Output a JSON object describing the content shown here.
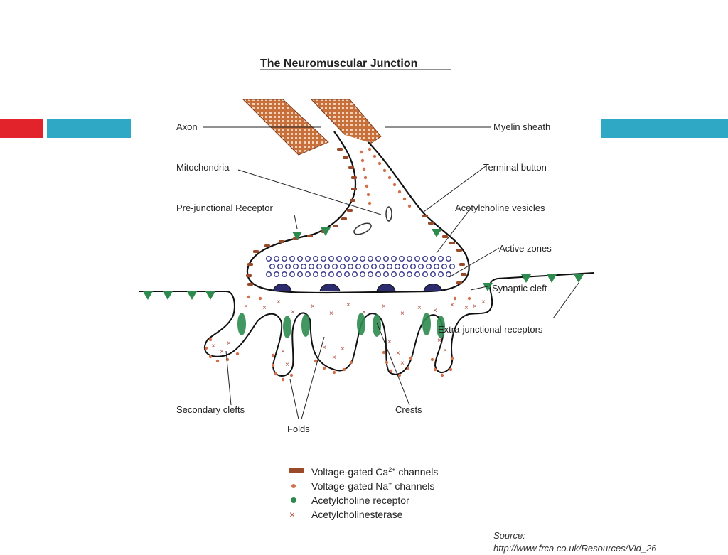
{
  "title": "The Neuromuscular Junction",
  "labels": {
    "axon": "Axon",
    "myelin": "Myelin sheath",
    "mitochondria": "Mitochondria",
    "terminal_button": "Terminal button",
    "prejunctional": "Pre-junctional Receptor",
    "ach_vesicles": "Acetylcholine vesicles",
    "active_zones": "Active zones",
    "synaptic_cleft": "Synaptic cleft",
    "extra_junctional": "Extra-junctional receptors",
    "secondary_clefts": "Secondary clefts",
    "folds": "Folds",
    "crests": "Crests"
  },
  "legend": {
    "ca": "Voltage-gated Ca",
    "ca_sup": "2+",
    "ca_rest": " channels",
    "na": "Voltage-gated Na",
    "na_sup": "+",
    "na_rest": " channels",
    "achr": "Acetylcholine receptor",
    "ache": "Acetylcholinesterase",
    "ache_marker": "×"
  },
  "source": {
    "label": "Source:",
    "url": "http://www.frca.co.uk/Resources/Vid_26"
  },
  "colors": {
    "red_accent": "#e2232b",
    "blue_accent": "#2fa8c5",
    "myelin": "#c56b3a",
    "ca_channel": "#9a4a28",
    "na_channel": "#d2714a",
    "receptor": "#2e8b4f",
    "vesicle": "#3a3a8c"
  }
}
